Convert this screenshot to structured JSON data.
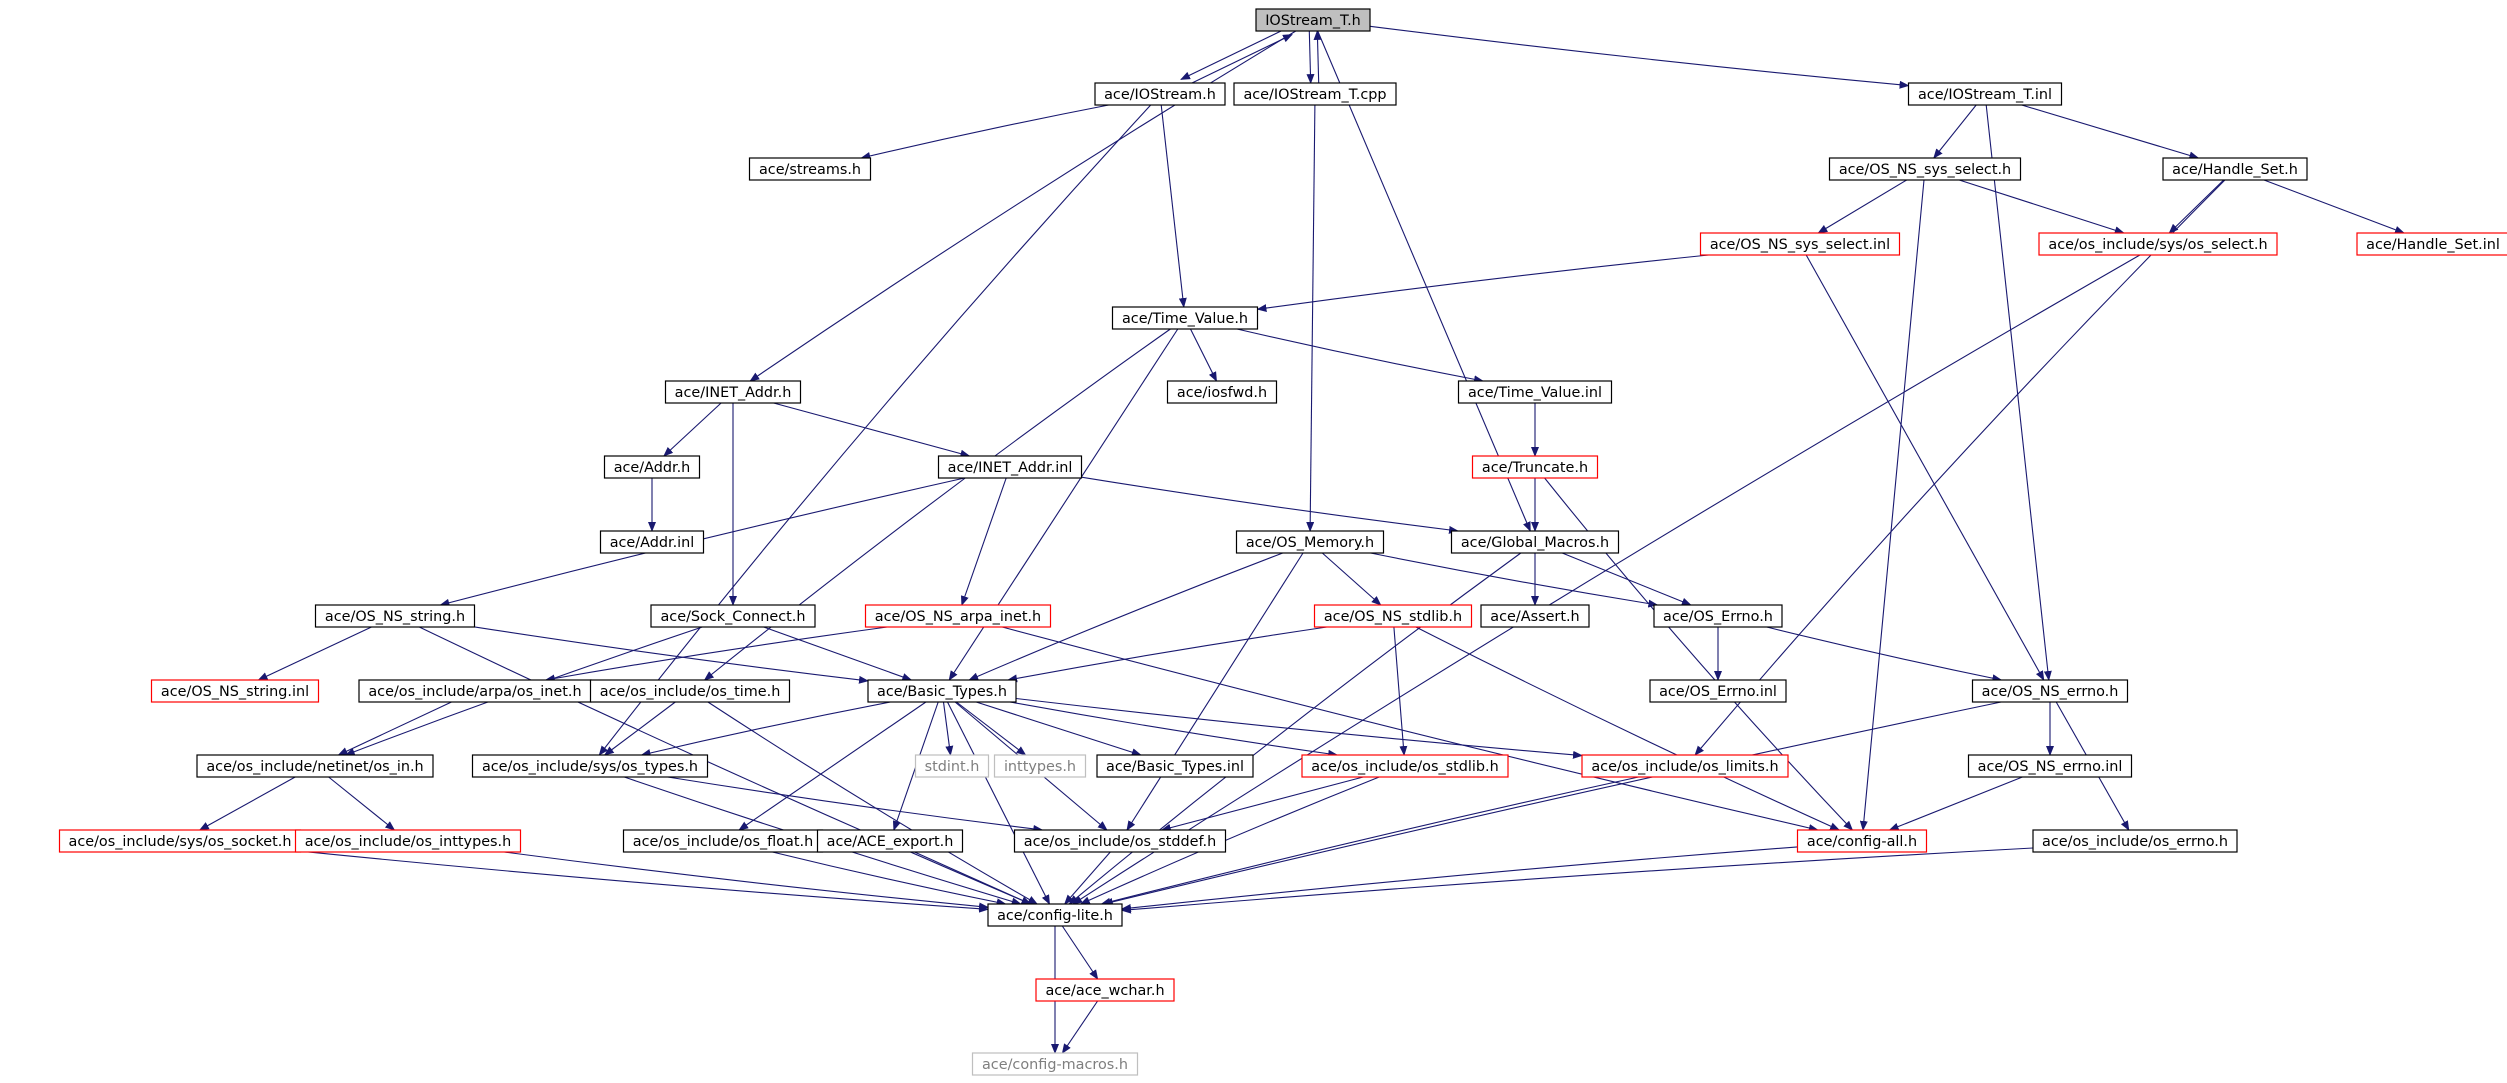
{
  "title": "IOStream_T.h",
  "colors": {
    "edge": "#191970",
    "border_normal": "#000000",
    "border_truncated": "#ff0000",
    "border_external": "#bfbfbf",
    "text_normal": "#000000",
    "text_external": "#7f7f7f",
    "root_fill": "#bfbfbf",
    "fill": "#ffffff"
  },
  "nodes": [
    {
      "id": "root",
      "label": "IOStream_T.h",
      "style": "root"
    },
    {
      "id": "ace_iostream_h",
      "label": "ace/IOStream.h",
      "style": "normal"
    },
    {
      "id": "iostream_t_cpp",
      "label": "ace/IOStream_T.cpp",
      "style": "normal"
    },
    {
      "id": "iostream_t_inl",
      "label": "ace/IOStream_T.inl",
      "style": "normal"
    },
    {
      "id": "streams_h",
      "label": "ace/streams.h",
      "style": "normal"
    },
    {
      "id": "os_ns_sys_select_h",
      "label": "ace/OS_NS_sys_select.h",
      "style": "normal"
    },
    {
      "id": "handle_set_h",
      "label": "ace/Handle_Set.h",
      "style": "normal"
    },
    {
      "id": "os_ns_sys_select_inl",
      "label": "ace/OS_NS_sys_select.inl",
      "style": "truncated"
    },
    {
      "id": "os_include_sys_os_select_h",
      "label": "ace/os_include/sys/os_select.h",
      "style": "truncated"
    },
    {
      "id": "handle_set_inl",
      "label": "ace/Handle_Set.inl",
      "style": "truncated"
    },
    {
      "id": "time_value_h",
      "label": "ace/Time_Value.h",
      "style": "normal"
    },
    {
      "id": "inet_addr_h",
      "label": "ace/INET_Addr.h",
      "style": "normal"
    },
    {
      "id": "iosfwd_h",
      "label": "ace/iosfwd.h",
      "style": "normal"
    },
    {
      "id": "time_value_inl",
      "label": "ace/Time_Value.inl",
      "style": "normal"
    },
    {
      "id": "addr_h",
      "label": "ace/Addr.h",
      "style": "normal"
    },
    {
      "id": "inet_addr_inl",
      "label": "ace/INET_Addr.inl",
      "style": "normal"
    },
    {
      "id": "truncate_h",
      "label": "ace/Truncate.h",
      "style": "truncated"
    },
    {
      "id": "addr_inl",
      "label": "ace/Addr.inl",
      "style": "normal"
    },
    {
      "id": "os_memory_h",
      "label": "ace/OS_Memory.h",
      "style": "normal"
    },
    {
      "id": "global_macros_h",
      "label": "ace/Global_Macros.h",
      "style": "normal"
    },
    {
      "id": "os_ns_string_h",
      "label": "ace/OS_NS_string.h",
      "style": "normal"
    },
    {
      "id": "sock_connect_h",
      "label": "ace/Sock_Connect.h",
      "style": "normal"
    },
    {
      "id": "os_ns_arpa_inet_h",
      "label": "ace/OS_NS_arpa_inet.h",
      "style": "truncated"
    },
    {
      "id": "os_ns_stdlib_h",
      "label": "ace/OS_NS_stdlib.h",
      "style": "truncated"
    },
    {
      "id": "assert_h",
      "label": "ace/Assert.h",
      "style": "normal"
    },
    {
      "id": "os_errno_h",
      "label": "ace/OS_Errno.h",
      "style": "normal"
    },
    {
      "id": "os_ns_string_inl",
      "label": "ace/OS_NS_string.inl",
      "style": "truncated"
    },
    {
      "id": "os_include_arpa_os_inet_h",
      "label": "ace/os_include/arpa/os_inet.h",
      "style": "normal"
    },
    {
      "id": "os_include_os_time_h",
      "label": "ace/os_include/os_time.h",
      "style": "normal"
    },
    {
      "id": "basic_types_h",
      "label": "ace/Basic_Types.h",
      "style": "normal"
    },
    {
      "id": "os_errno_inl",
      "label": "ace/OS_Errno.inl",
      "style": "normal"
    },
    {
      "id": "os_ns_errno_h",
      "label": "ace/OS_NS_errno.h",
      "style": "normal"
    },
    {
      "id": "os_include_netinet_os_in_h",
      "label": "ace/os_include/netinet/os_in.h",
      "style": "normal"
    },
    {
      "id": "os_include_sys_os_types_h",
      "label": "ace/os_include/sys/os_types.h",
      "style": "normal"
    },
    {
      "id": "stdint_h",
      "label": "stdint.h",
      "style": "external"
    },
    {
      "id": "inttypes_h",
      "label": "inttypes.h",
      "style": "external"
    },
    {
      "id": "basic_types_inl",
      "label": "ace/Basic_Types.inl",
      "style": "normal"
    },
    {
      "id": "os_include_os_stdlib_h",
      "label": "ace/os_include/os_stdlib.h",
      "style": "truncated"
    },
    {
      "id": "os_include_os_limits_h",
      "label": "ace/os_include/os_limits.h",
      "style": "truncated"
    },
    {
      "id": "os_ns_errno_inl",
      "label": "ace/OS_NS_errno.inl",
      "style": "normal"
    },
    {
      "id": "os_include_sys_os_socket_h",
      "label": "ace/os_include/sys/os_socket.h",
      "style": "truncated"
    },
    {
      "id": "os_include_os_inttypes_h",
      "label": "ace/os_include/os_inttypes.h",
      "style": "truncated"
    },
    {
      "id": "os_include_os_float_h",
      "label": "ace/os_include/os_float.h",
      "style": "normal"
    },
    {
      "id": "ace_export_h",
      "label": "ace/ACE_export.h",
      "style": "normal"
    },
    {
      "id": "os_include_os_stddef_h",
      "label": "ace/os_include/os_stddef.h",
      "style": "normal"
    },
    {
      "id": "config_all_h",
      "label": "ace/config-all.h",
      "style": "truncated"
    },
    {
      "id": "os_include_os_errno_h",
      "label": "ace/os_include/os_errno.h",
      "style": "normal"
    },
    {
      "id": "config_lite_h",
      "label": "ace/config-lite.h",
      "style": "normal"
    },
    {
      "id": "ace_wchar_h",
      "label": "ace/ace_wchar.h",
      "style": "truncated"
    },
    {
      "id": "config_macros_h",
      "label": "ace/config-macros.h",
      "style": "external"
    }
  ],
  "edges": [
    {
      "from": "root",
      "to": "ace_iostream_h"
    },
    {
      "from": "root",
      "to": "iostream_t_cpp"
    },
    {
      "from": "root",
      "to": "iostream_t_inl"
    },
    {
      "from": "root",
      "to": "inet_addr_h"
    },
    {
      "from": "root",
      "to": "global_macros_h"
    },
    {
      "from": "ace_iostream_h",
      "to": "root"
    },
    {
      "from": "iostream_t_cpp",
      "to": "root"
    },
    {
      "from": "ace_iostream_h",
      "to": "streams_h"
    },
    {
      "from": "ace_iostream_h",
      "to": "time_value_h"
    },
    {
      "from": "ace_iostream_h",
      "to": "os_include_sys_os_types_h"
    },
    {
      "from": "iostream_t_cpp",
      "to": "os_memory_h"
    },
    {
      "from": "iostream_t_inl",
      "to": "os_ns_sys_select_h"
    },
    {
      "from": "iostream_t_inl",
      "to": "handle_set_h"
    },
    {
      "from": "iostream_t_inl",
      "to": "os_ns_errno_h"
    },
    {
      "from": "os_ns_sys_select_h",
      "to": "os_ns_sys_select_inl"
    },
    {
      "from": "os_ns_sys_select_h",
      "to": "os_include_sys_os_select_h"
    },
    {
      "from": "os_ns_sys_select_h",
      "to": "config_all_h"
    },
    {
      "from": "handle_set_h",
      "to": "os_include_sys_os_select_h"
    },
    {
      "from": "handle_set_h",
      "to": "handle_set_inl"
    },
    {
      "from": "handle_set_h",
      "to": "os_include_os_limits_h"
    },
    {
      "from": "os_ns_sys_select_inl",
      "to": "time_value_h"
    },
    {
      "from": "os_ns_sys_select_inl",
      "to": "os_ns_errno_h"
    },
    {
      "from": "os_include_sys_os_select_h",
      "to": "config_lite_h"
    },
    {
      "from": "time_value_h",
      "to": "iosfwd_h"
    },
    {
      "from": "time_value_h",
      "to": "time_value_inl"
    },
    {
      "from": "time_value_h",
      "to": "basic_types_h"
    },
    {
      "from": "time_value_h",
      "to": "os_include_os_time_h"
    },
    {
      "from": "time_value_inl",
      "to": "truncate_h"
    },
    {
      "from": "truncate_h",
      "to": "global_macros_h"
    },
    {
      "from": "truncate_h",
      "to": "config_all_h"
    },
    {
      "from": "inet_addr_h",
      "to": "addr_h"
    },
    {
      "from": "inet_addr_h",
      "to": "inet_addr_inl"
    },
    {
      "from": "inet_addr_h",
      "to": "sock_connect_h"
    },
    {
      "from": "addr_h",
      "to": "addr_inl"
    },
    {
      "from": "inet_addr_inl",
      "to": "global_macros_h"
    },
    {
      "from": "inet_addr_inl",
      "to": "os_ns_string_h"
    },
    {
      "from": "inet_addr_inl",
      "to": "os_ns_arpa_inet_h"
    },
    {
      "from": "os_memory_h",
      "to": "os_ns_stdlib_h"
    },
    {
      "from": "os_memory_h",
      "to": "os_errno_h"
    },
    {
      "from": "os_memory_h",
      "to": "basic_types_h"
    },
    {
      "from": "os_memory_h",
      "to": "os_include_os_stddef_h"
    },
    {
      "from": "global_macros_h",
      "to": "assert_h"
    },
    {
      "from": "global_macros_h",
      "to": "os_errno_h"
    },
    {
      "from": "global_macros_h",
      "to": "config_lite_h"
    },
    {
      "from": "os_ns_string_h",
      "to": "os_ns_string_inl"
    },
    {
      "from": "os_ns_string_h",
      "to": "basic_types_h"
    },
    {
      "from": "os_ns_string_h",
      "to": "config_lite_h"
    },
    {
      "from": "sock_connect_h",
      "to": "basic_types_h"
    },
    {
      "from": "sock_connect_h",
      "to": "os_include_netinet_os_in_h"
    },
    {
      "from": "os_ns_arpa_inet_h",
      "to": "os_include_arpa_os_inet_h"
    },
    {
      "from": "os_ns_arpa_inet_h",
      "to": "config_all_h"
    },
    {
      "from": "os_ns_stdlib_h",
      "to": "basic_types_h"
    },
    {
      "from": "os_ns_stdlib_h",
      "to": "os_include_os_stdlib_h"
    },
    {
      "from": "os_ns_stdlib_h",
      "to": "config_all_h"
    },
    {
      "from": "os_errno_h",
      "to": "os_errno_inl"
    },
    {
      "from": "os_errno_h",
      "to": "os_ns_errno_h"
    },
    {
      "from": "os_include_arpa_os_inet_h",
      "to": "os_include_netinet_os_in_h"
    },
    {
      "from": "os_include_os_time_h",
      "to": "os_include_sys_os_types_h"
    },
    {
      "from": "os_include_os_time_h",
      "to": "config_lite_h"
    },
    {
      "from": "basic_types_h",
      "to": "os_include_sys_os_types_h"
    },
    {
      "from": "basic_types_h",
      "to": "stdint_h"
    },
    {
      "from": "basic_types_h",
      "to": "inttypes_h"
    },
    {
      "from": "basic_types_h",
      "to": "basic_types_inl"
    },
    {
      "from": "basic_types_h",
      "to": "os_include_os_stdlib_h"
    },
    {
      "from": "basic_types_h",
      "to": "os_include_os_limits_h"
    },
    {
      "from": "basic_types_h",
      "to": "os_include_os_float_h"
    },
    {
      "from": "basic_types_h",
      "to": "ace_export_h"
    },
    {
      "from": "basic_types_h",
      "to": "os_include_os_stddef_h"
    },
    {
      "from": "basic_types_h",
      "to": "config_lite_h"
    },
    {
      "from": "os_ns_errno_h",
      "to": "os_ns_errno_inl"
    },
    {
      "from": "os_ns_errno_h",
      "to": "os_include_os_errno_h"
    },
    {
      "from": "os_ns_errno_h",
      "to": "config_lite_h"
    },
    {
      "from": "os_ns_errno_inl",
      "to": "config_all_h"
    },
    {
      "from": "os_include_netinet_os_in_h",
      "to": "os_include_sys_os_socket_h"
    },
    {
      "from": "os_include_netinet_os_in_h",
      "to": "os_include_os_inttypes_h"
    },
    {
      "from": "os_include_sys_os_types_h",
      "to": "os_include_os_stddef_h"
    },
    {
      "from": "os_include_sys_os_types_h",
      "to": "config_lite_h"
    },
    {
      "from": "os_include_os_stdlib_h",
      "to": "os_include_os_stddef_h"
    },
    {
      "from": "os_include_os_stdlib_h",
      "to": "config_lite_h"
    },
    {
      "from": "os_include_os_limits_h",
      "to": "config_lite_h"
    },
    {
      "from": "os_include_sys_os_socket_h",
      "to": "config_lite_h"
    },
    {
      "from": "os_include_os_inttypes_h",
      "to": "config_lite_h"
    },
    {
      "from": "os_include_os_float_h",
      "to": "config_lite_h"
    },
    {
      "from": "ace_export_h",
      "to": "config_lite_h"
    },
    {
      "from": "os_include_os_stddef_h",
      "to": "config_lite_h"
    },
    {
      "from": "config_all_h",
      "to": "config_lite_h"
    },
    {
      "from": "os_include_os_errno_h",
      "to": "config_lite_h"
    },
    {
      "from": "config_lite_h",
      "to": "ace_wchar_h"
    },
    {
      "from": "config_lite_h",
      "to": "config_macros_h"
    },
    {
      "from": "ace_wchar_h",
      "to": "config_macros_h"
    }
  ]
}
